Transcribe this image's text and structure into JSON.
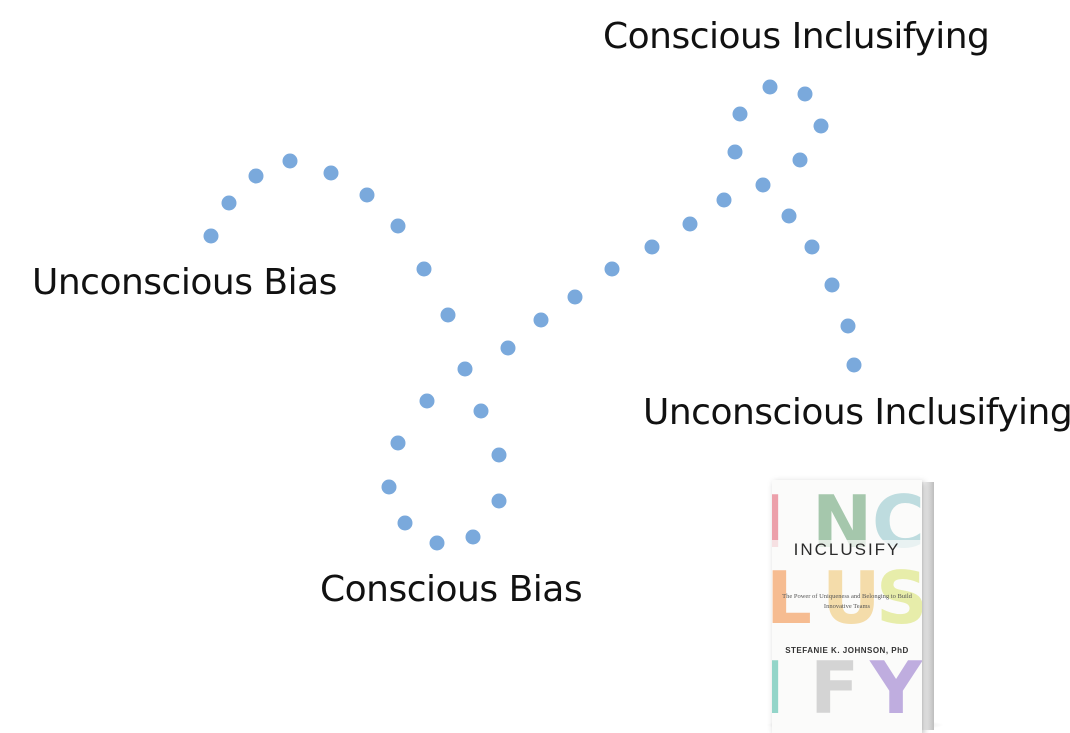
{
  "labels": {
    "unconscious_bias": "Unconscious Bias",
    "conscious_bias": "Conscious Bias",
    "conscious_inclusifying": "Conscious Inclusifying",
    "unconscious_inclusifying": "Unconscious Inclusifying"
  },
  "colors": {
    "dot": "#7aa9dc",
    "text": "#111111"
  },
  "book": {
    "title": "INCLUSIFY",
    "subtitle": "The Power of Uniqueness and Belonging to Build Innovative Teams",
    "author": "STEFANIE K. JOHNSON, PhD"
  }
}
